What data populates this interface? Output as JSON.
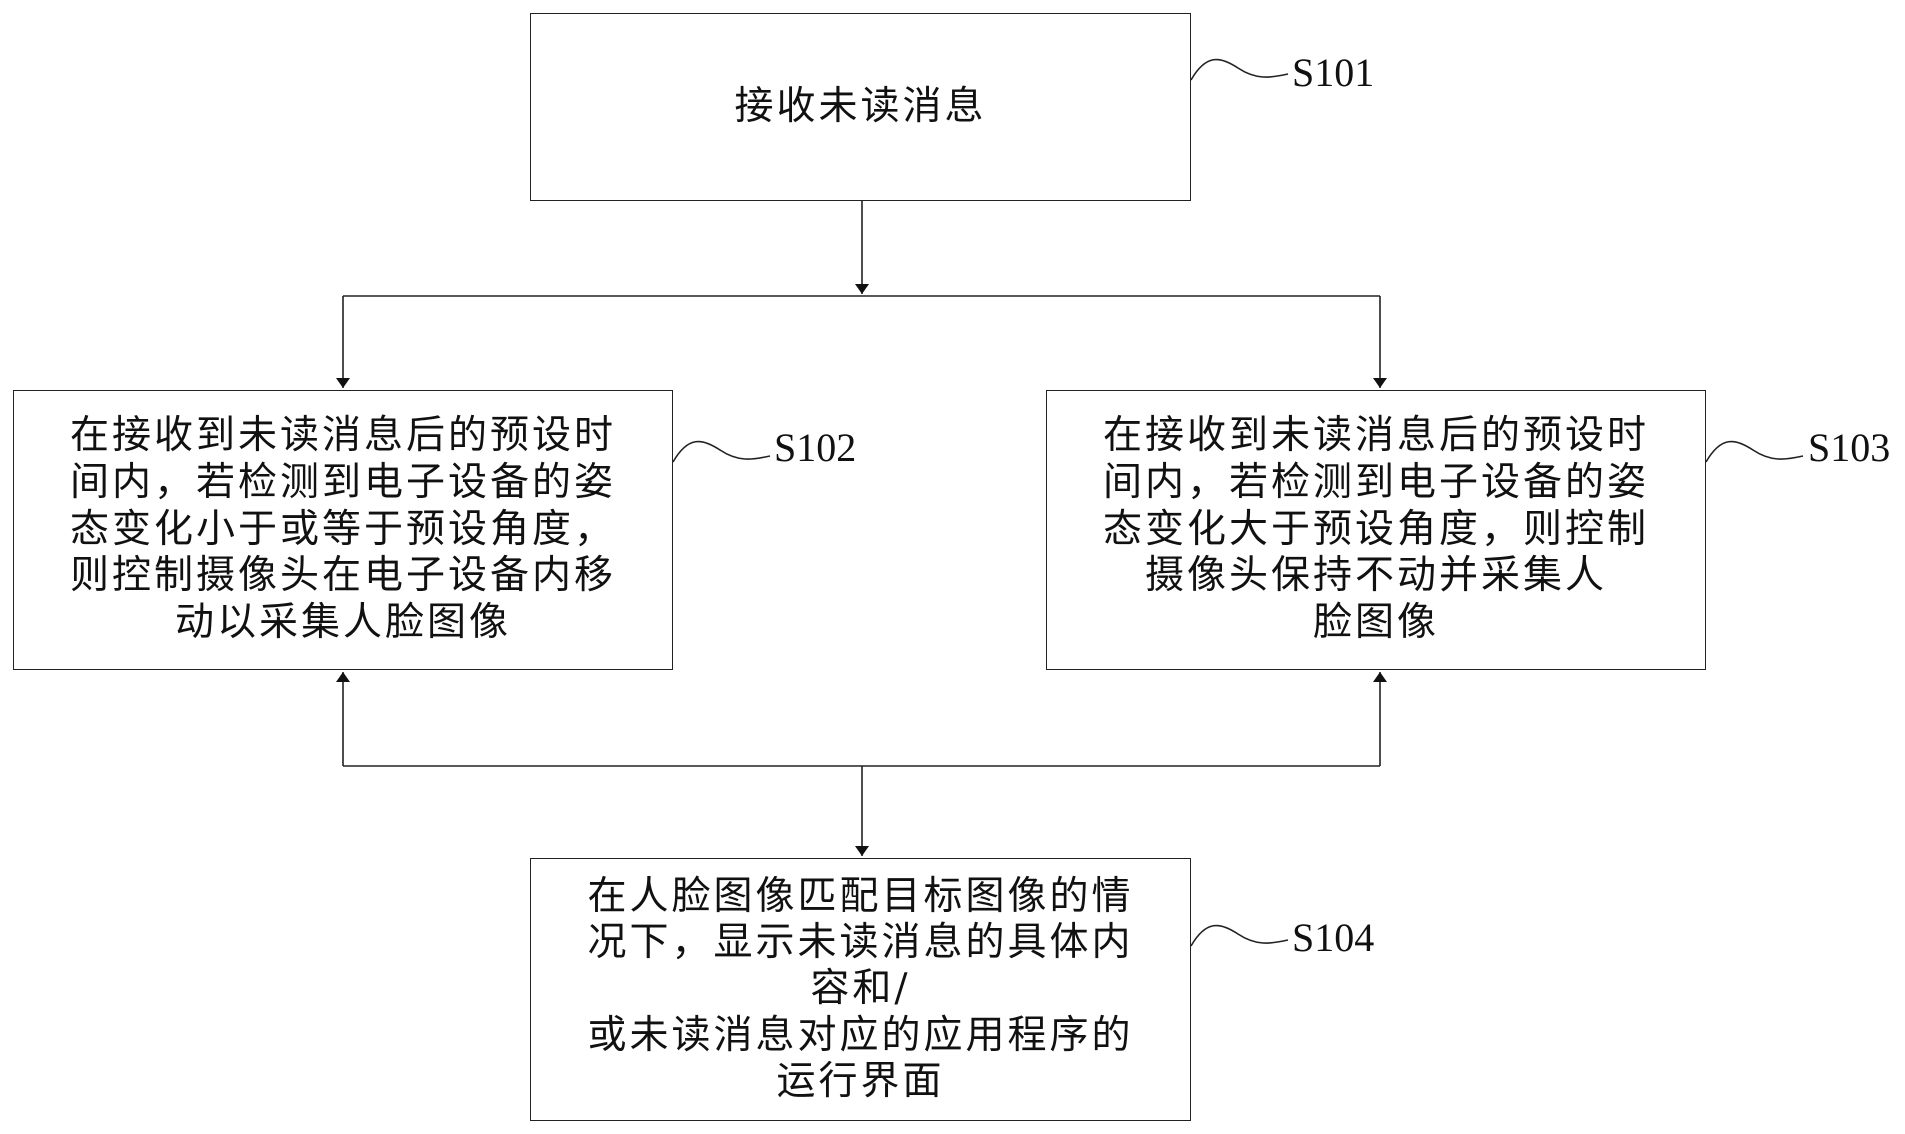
{
  "steps": {
    "s101": {
      "text": "接收未读消息",
      "label": "S101"
    },
    "s102": {
      "text": "在接收到未读消息后的预设时\n间内，若检测到电子设备的姿\n态变化小于或等于预设角度，\n则控制摄像头在电子设备内移\n动以采集人脸图像",
      "label": "S102"
    },
    "s103": {
      "text": "在接收到未读消息后的预设时\n间内，若检测到电子设备的姿\n态变化大于预设角度，则控制\n摄像头保持不动并采集人\n脸图像",
      "label": "S103"
    },
    "s104": {
      "text": "在人脸图像匹配目标图像的情\n况下，显示未读消息的具体内\n容和/\n或未读消息对应的应用程序的\n运行界面",
      "label": "S104"
    }
  }
}
